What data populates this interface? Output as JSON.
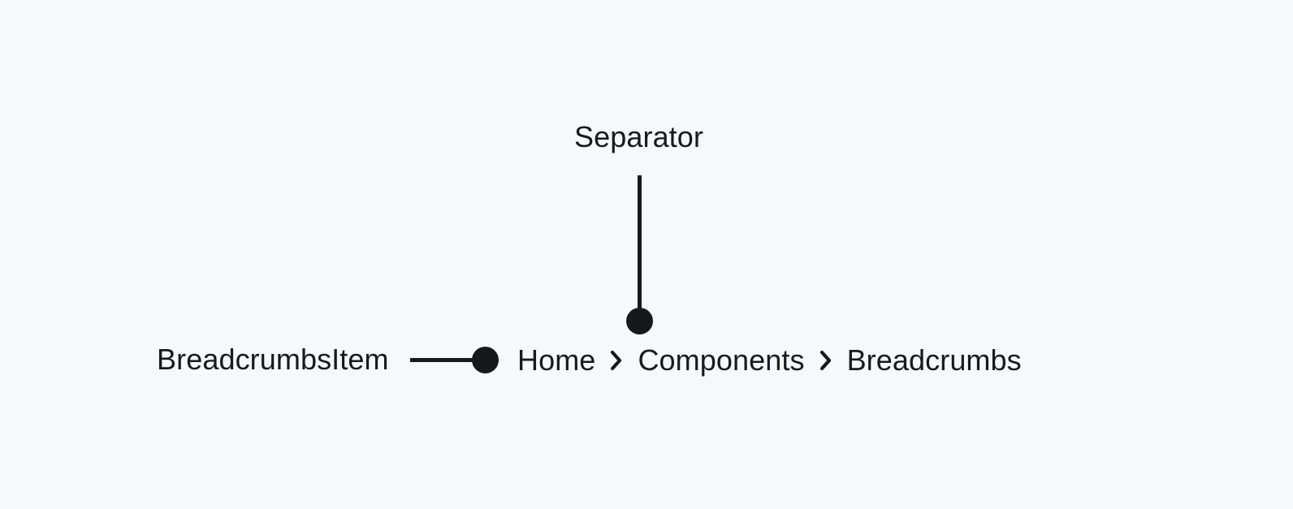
{
  "canvas": {
    "background_color": "#f7f8fb",
    "ink_color": "#17181c",
    "text_color": "#18191d"
  },
  "annotations": [
    {
      "id": "breadcrumbs-item",
      "label": "BreadcrumbsItem",
      "leader": "horizontal",
      "points_to": "crumb-home"
    },
    {
      "id": "separator",
      "label": "Separator",
      "leader": "vertical",
      "points_to": "crumb-separator-1"
    }
  ],
  "breadcrumbs": {
    "separator_icon": "chevron-right-icon",
    "items": [
      {
        "label": "Home"
      },
      {
        "label": "Components"
      },
      {
        "label": "Breadcrumbs"
      }
    ]
  }
}
